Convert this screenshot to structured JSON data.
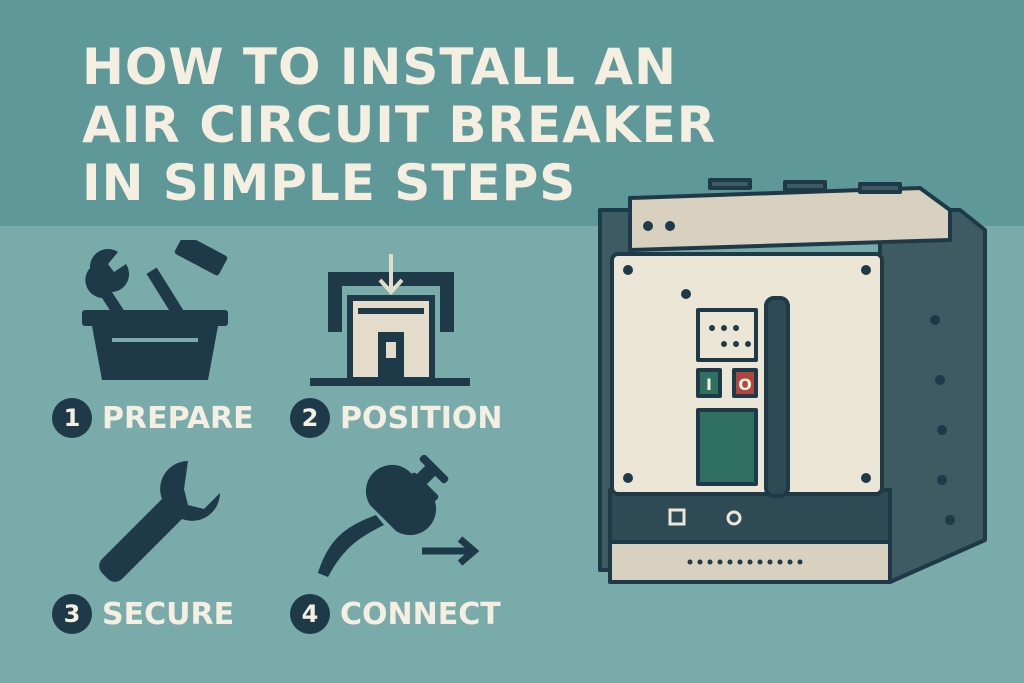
{
  "title": {
    "line1": "HOW TO INSTALL AN",
    "line2": "AIR CIRCUIT BREAKER",
    "line3": "IN SIMPLE STEPS"
  },
  "steps": [
    {
      "number": "1",
      "label": "PREPARE",
      "icon": "toolbox-icon"
    },
    {
      "number": "2",
      "label": "POSITION",
      "icon": "mounting-position-icon"
    },
    {
      "number": "3",
      "label": "SECURE",
      "icon": "wrench-icon"
    },
    {
      "number": "4",
      "label": "CONNECT",
      "icon": "cable-connect-icon"
    }
  ],
  "breaker": {
    "on_button": "I",
    "off_button": "O"
  },
  "colors": {
    "banner": "#5f9898",
    "background": "#7aabab",
    "dark": "#1e3a48",
    "text": "#f4efe0",
    "panel": "#ece6d6",
    "green": "#2f7060",
    "red": "#b0473c"
  }
}
